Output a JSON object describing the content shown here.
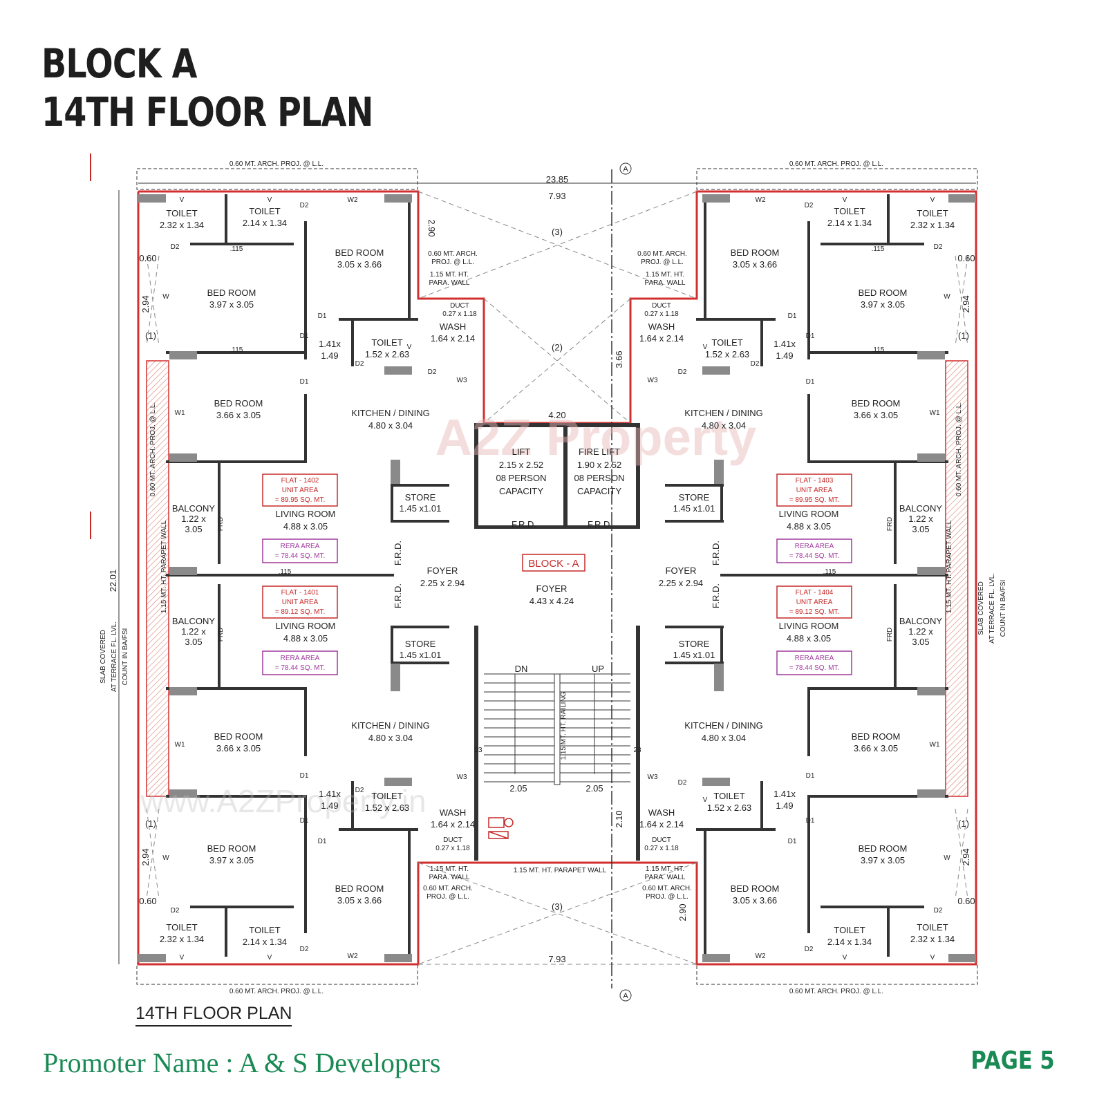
{
  "header": {
    "title_line1": "BLOCK A",
    "title_line2": "14TH FLOOR PLAN"
  },
  "caption": "14TH FLOOR PLAN",
  "footer": {
    "promoter": "Promoter Name : A & S Developers",
    "page": "PAGE 5"
  },
  "watermark": {
    "brand": "A2Z Property",
    "url": "www.A2ZProperty.in"
  },
  "plan": {
    "block_label": "BLOCK - A",
    "overall_width": "23.85",
    "overall_height": "22.01",
    "arch_proj": "0.60 MT. ARCH. PROJ. @ L.L.",
    "slab_note": [
      "SLAB COVERED",
      "AT TERRACE FL. LVL.",
      "COUNT IN BA/FSI"
    ],
    "parapet": "1.15 MT. HT. PARAPET WALL",
    "central": {
      "lift": [
        "LIFT",
        "2.15 x 2.52",
        "08 PERSON",
        "CAPACITY"
      ],
      "fire_lift": [
        "FIRE LIFT",
        "1.90 x 2.52",
        "08 PERSON",
        "CAPACITY"
      ],
      "foyer": [
        "FOYER",
        "4.43 x 4.24"
      ],
      "stair_dn": "DN",
      "stair_up": "UP",
      "stair_railing": "1.15 MT. HT. RAILING",
      "frd": "F.R.D.",
      "dims": {
        "d420": "4.20",
        "d793": "7.93",
        "d366": "3.66",
        "d205": "2.05",
        "d210": "2.10",
        "d290": "2.90",
        "d294": "2.94",
        "d060": "0.60",
        "d23": "23",
        "d115": ".115"
      },
      "cutouts": {
        "c1": "(1)",
        "c2": "(2)",
        "c3": "(3)"
      },
      "section_mark": "A"
    },
    "rooms": {
      "toilet_a": [
        "TOILET",
        "2.32 x 1.34"
      ],
      "toilet_b": [
        "TOILET",
        "2.14 x 1.34"
      ],
      "toilet_c": [
        "TOILET",
        "1.52 x 2.63"
      ],
      "bed_a": [
        "BED ROOM",
        "3.97 x 3.05"
      ],
      "bed_b": [
        "BED ROOM",
        "3.05 x 3.66"
      ],
      "bed_c": [
        "BED ROOM",
        "3.66 x 3.05"
      ],
      "wash": [
        "WASH",
        "1.64 x 2.14"
      ],
      "duct": [
        "DUCT",
        "0.27 x 1.18"
      ],
      "kitchen": [
        "KITCHEN / DINING",
        "4.80 x 3.04"
      ],
      "living": [
        "LIVING ROOM",
        "4.88 x 3.05"
      ],
      "balcony": [
        "BALCONY",
        "1.22 x",
        "3.05"
      ],
      "store": [
        "STORE",
        "1.45 x1.01"
      ],
      "foyer": [
        "FOYER",
        "2.25 x 2.94"
      ],
      "passage": [
        "1.41x",
        "1.49"
      ],
      "para_wall": [
        "1.15 MT. HT.",
        "PARA. WALL"
      ],
      "arch_small": [
        "0.60 MT. ARCH.",
        "PROJ. @ L.L."
      ]
    },
    "doors": {
      "d1": "D1",
      "d2": "D2",
      "w": "W",
      "w1": "W1",
      "w2": "W2",
      "w3": "W3",
      "v": "V",
      "frd": "FRD"
    },
    "flats": [
      {
        "flat": "FLAT - 1402",
        "unit_area": "UNIT AREA",
        "unit_value": "= 89.95 SQ. MT.",
        "rera": "RERA AREA",
        "rera_value": "= 78.44 SQ. MT."
      },
      {
        "flat": "FLAT - 1403",
        "unit_area": "UNIT AREA",
        "unit_value": "= 89.95 SQ. MT.",
        "rera": "RERA AREA",
        "rera_value": "= 78.44 SQ. MT."
      },
      {
        "flat": "FLAT - 1401",
        "unit_area": "UNIT AREA",
        "unit_value": "= 89.12 SQ. MT.",
        "rera": "RERA AREA",
        "rera_value": "= 78.44 SQ. MT."
      },
      {
        "flat": "FLAT - 1404",
        "unit_area": "UNIT AREA",
        "unit_value": "= 89.12 SQ. MT.",
        "rera": "RERA AREA",
        "rera_value": "= 78.44 SQ. MT."
      }
    ],
    "colors": {
      "wall": "#333333",
      "outline": "#d32f2f",
      "column": "#8a8a8a",
      "label_red": "#c62828",
      "label_pink": "#a13a9e",
      "footer_green": "#1a8a55"
    }
  }
}
